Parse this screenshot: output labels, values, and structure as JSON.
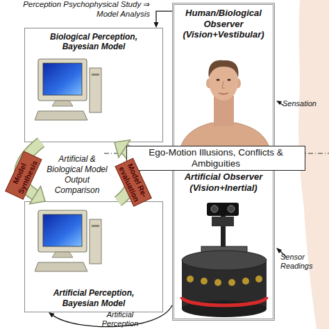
{
  "diagram": {
    "nodes": [
      {
        "text": [
          "Biological Perception, Bayesian Model"
        ]
      },
      {
        "text": [
          "Human/Biological Observer (Vision+Vestibular)"
        ]
      },
      {
        "text": [
          "Ego-Motion Illusions, Conflicts & Ambiguities"
        ]
      },
      {
        "text": [
          "Artificial Observer (Vision+Inertial)"
        ]
      },
      {
        "text": [
          "Artificial Perception, Bayesian Model"
        ]
      }
    ],
    "edges": [
      {
        "from": 0,
        "to": 4,
        "arrow": "to",
        "label": "Model Synthesis"
      },
      {
        "from": 4,
        "to": 0,
        "arrow": "to",
        "label": "Model Re-evaluation"
      },
      {
        "from": 1,
        "to": 0,
        "arrow": "to",
        "label": "Perception Psychophysical Study ⇒ Model Analysis"
      },
      {
        "from": 3,
        "to": 4,
        "arrow": "to",
        "label": "Artificial Perception"
      }
    ],
    "labels": [
      "Artificial & Biological Model Output Comparison",
      "Sensation",
      "Sensor Readings"
    ]
  }
}
